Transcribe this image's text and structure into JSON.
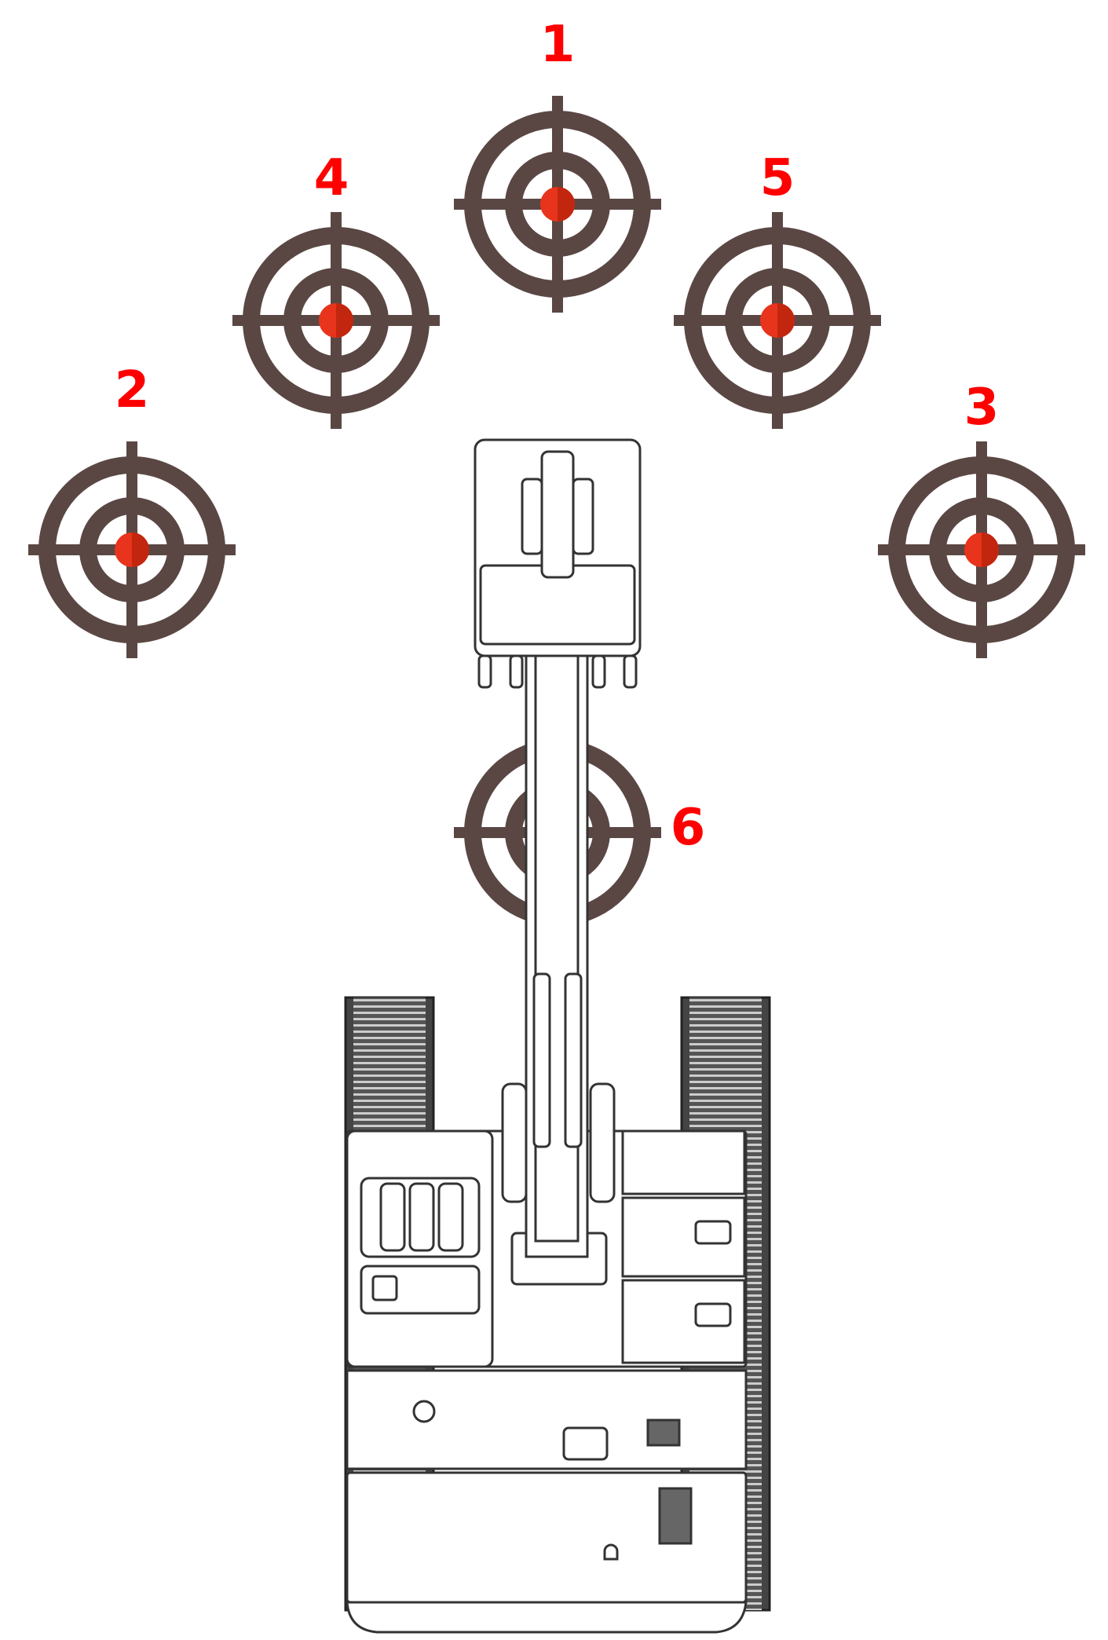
{
  "targets": [
    {
      "id": "1",
      "label": "1"
    },
    {
      "id": "2",
      "label": "2"
    },
    {
      "id": "3",
      "label": "3"
    },
    {
      "id": "4",
      "label": "4"
    },
    {
      "id": "5",
      "label": "5"
    },
    {
      "id": "6",
      "label": "6"
    }
  ],
  "colors": {
    "target_ring": "#5a4744",
    "target_center": "#e8341c",
    "label": "#ff0000",
    "machine_stroke": "#333333"
  },
  "icons": {
    "target": "crosshair-target-icon",
    "machine": "excavator-top-view-icon"
  }
}
